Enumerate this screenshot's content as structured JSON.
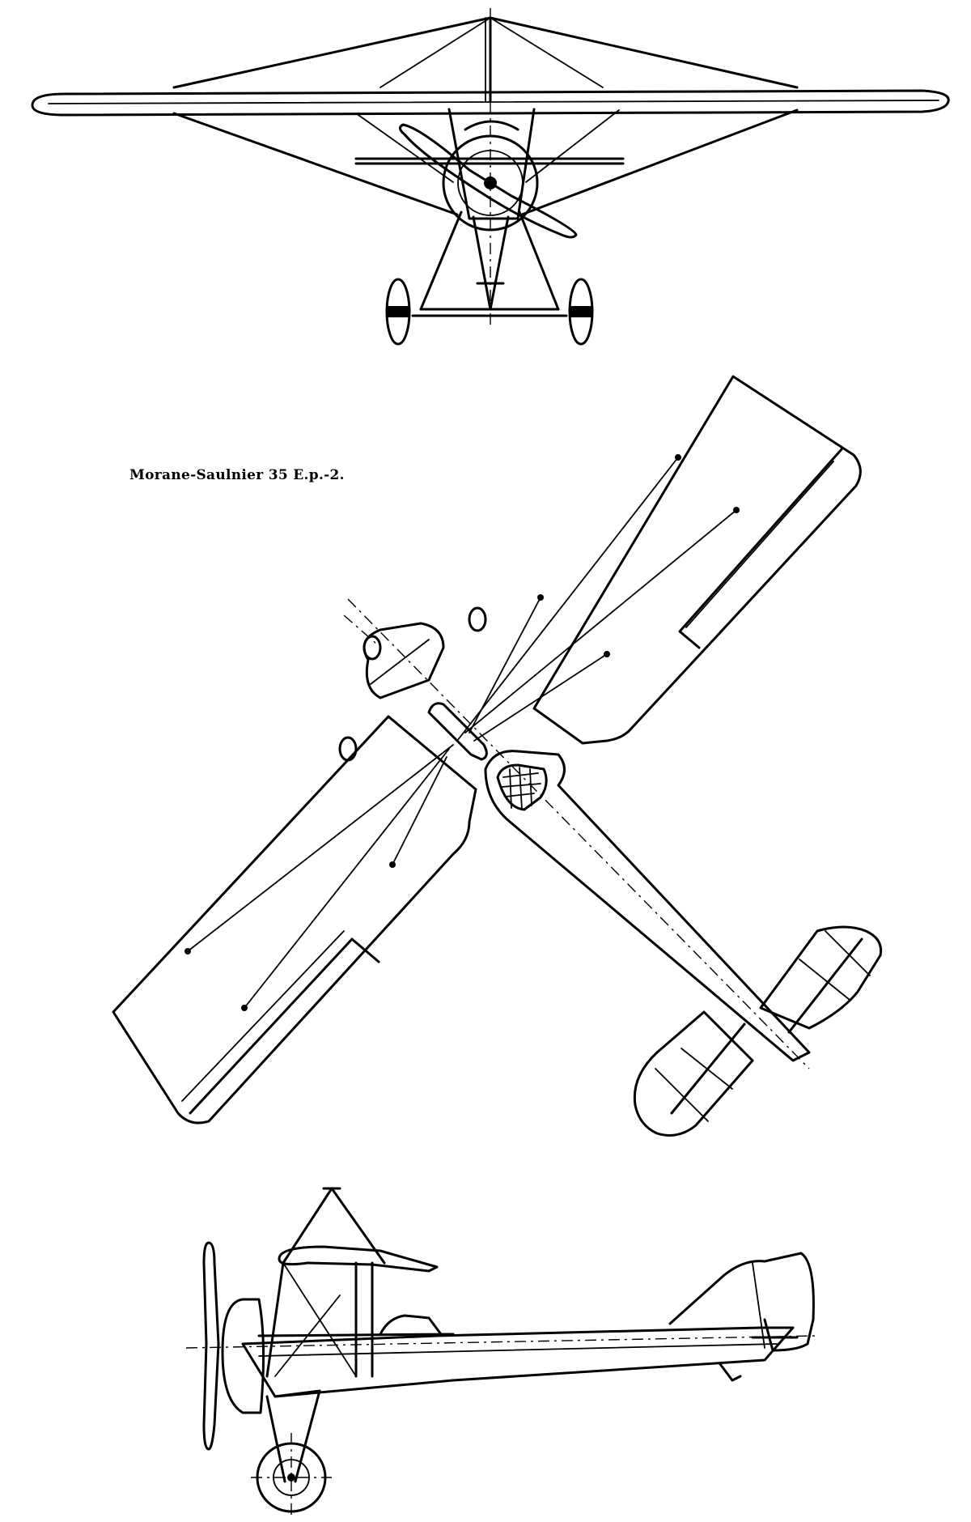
{
  "caption": "Morane-Saulnier 35 E.p.-2.",
  "views": {
    "front": "front-view",
    "top": "plan-view",
    "side": "side-view"
  }
}
